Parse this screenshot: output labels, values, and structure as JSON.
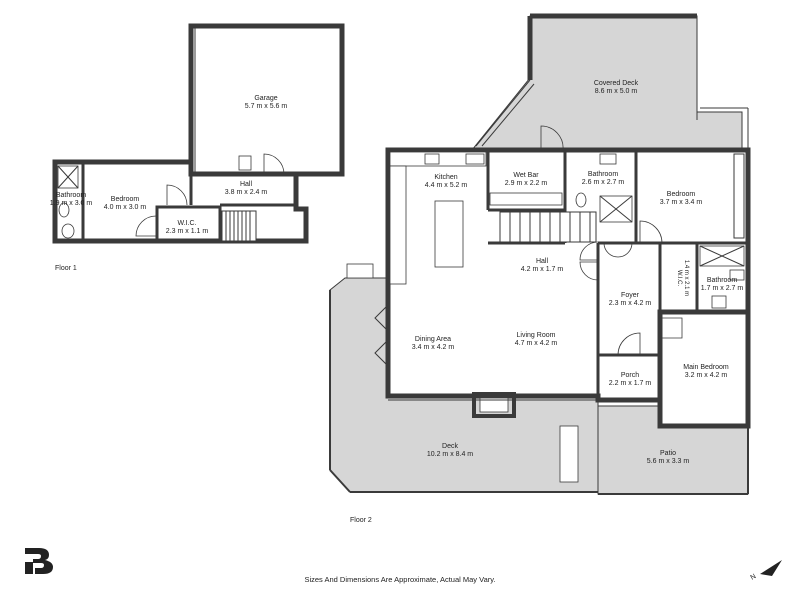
{
  "floors": {
    "floor1_label": "Floor 1",
    "floor2_label": "Floor 2"
  },
  "rooms": {
    "garage": {
      "name": "Garage",
      "dim": "5.7 m x 5.6 m"
    },
    "hall1": {
      "name": "Hall",
      "dim": "3.8 m x 2.4 m"
    },
    "bedroom1": {
      "name": "Bedroom",
      "dim": "4.0 m x 3.0 m"
    },
    "bathroom1": {
      "name": "Bathroom",
      "dim": "1.9 m x 3.0 m"
    },
    "wic": {
      "name": "W.I.C.",
      "dim": "2.3 m x 1.1 m"
    },
    "covered_deck": {
      "name": "Covered Deck",
      "dim": "8.6 m x 5.0 m"
    },
    "kitchen": {
      "name": "Kitchen",
      "dim": "4.4 m x 5.2 m"
    },
    "wet_bar": {
      "name": "Wet Bar",
      "dim": "2.9 m x 2.2 m"
    },
    "bathroom2": {
      "name": "Bathroom",
      "dim": "2.6 m x 2.7 m"
    },
    "bedroom2": {
      "name": "Bedroom",
      "dim": "3.7 m x 3.4 m"
    },
    "hall2": {
      "name": "Hall",
      "dim": "4.2 m x 1.7 m"
    },
    "wic2": {
      "name": "W.I.C.",
      "dim": "1.4 m x 2.1 m"
    },
    "bathroom3": {
      "name": "Bathroom",
      "dim": "1.7 m x 2.7 m"
    },
    "foyer": {
      "name": "Foyer",
      "dim": "2.3 m x 4.2 m"
    },
    "dining": {
      "name": "Dining Area",
      "dim": "3.4 m x 4.2 m"
    },
    "living": {
      "name": "Living Room",
      "dim": "4.7 m x 4.2 m"
    },
    "porch": {
      "name": "Porch",
      "dim": "2.2 m x 1.7 m"
    },
    "main_bedroom": {
      "name": "Main Bedroom",
      "dim": "3.2 m x 4.2 m"
    },
    "deck": {
      "name": "Deck",
      "dim": "10.2 m x 8.4 m"
    },
    "patio": {
      "name": "Patio",
      "dim": "5.6 m x 3.3 m"
    }
  },
  "disclaimer": "Sizes And Dimensions Are Approximate, Actual May Vary.",
  "compass": {
    "label": "N"
  },
  "icons": {
    "logo": "brand-logo-icon",
    "compass": "north-arrow-icon"
  },
  "colors": {
    "wall": "#3a3a3a",
    "outdoor": "#d6d6d6",
    "background": "#ffffff"
  }
}
